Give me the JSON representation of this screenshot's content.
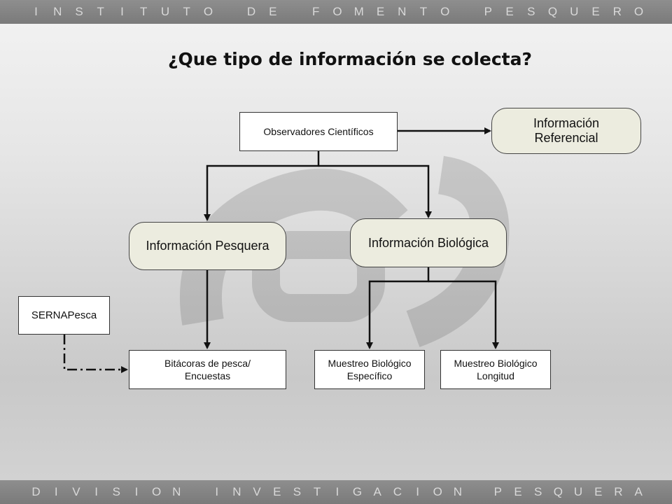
{
  "header": {
    "text": "INSTITUTO DE FOMENTO PESQUERO"
  },
  "footer": {
    "text": "DIVISION INVESTIGACION PESQUERA"
  },
  "title": "¿Que tipo de información se colecta?",
  "diagram": {
    "observadores": "Observadores Científicos",
    "referencial": [
      "Información",
      "Referencial"
    ],
    "pesquera": "Información Pesquera",
    "biologica": "Información Biológica",
    "sernapesca": "SERNAPesca",
    "bitacoras": [
      "Bitácoras de pesca/",
      "Encuestas"
    ],
    "muestreo_especifico": [
      "Muestreo Biológico",
      "Específico"
    ],
    "muestreo_longitud": [
      "Muestreo Biológico",
      "Longitud"
    ]
  }
}
